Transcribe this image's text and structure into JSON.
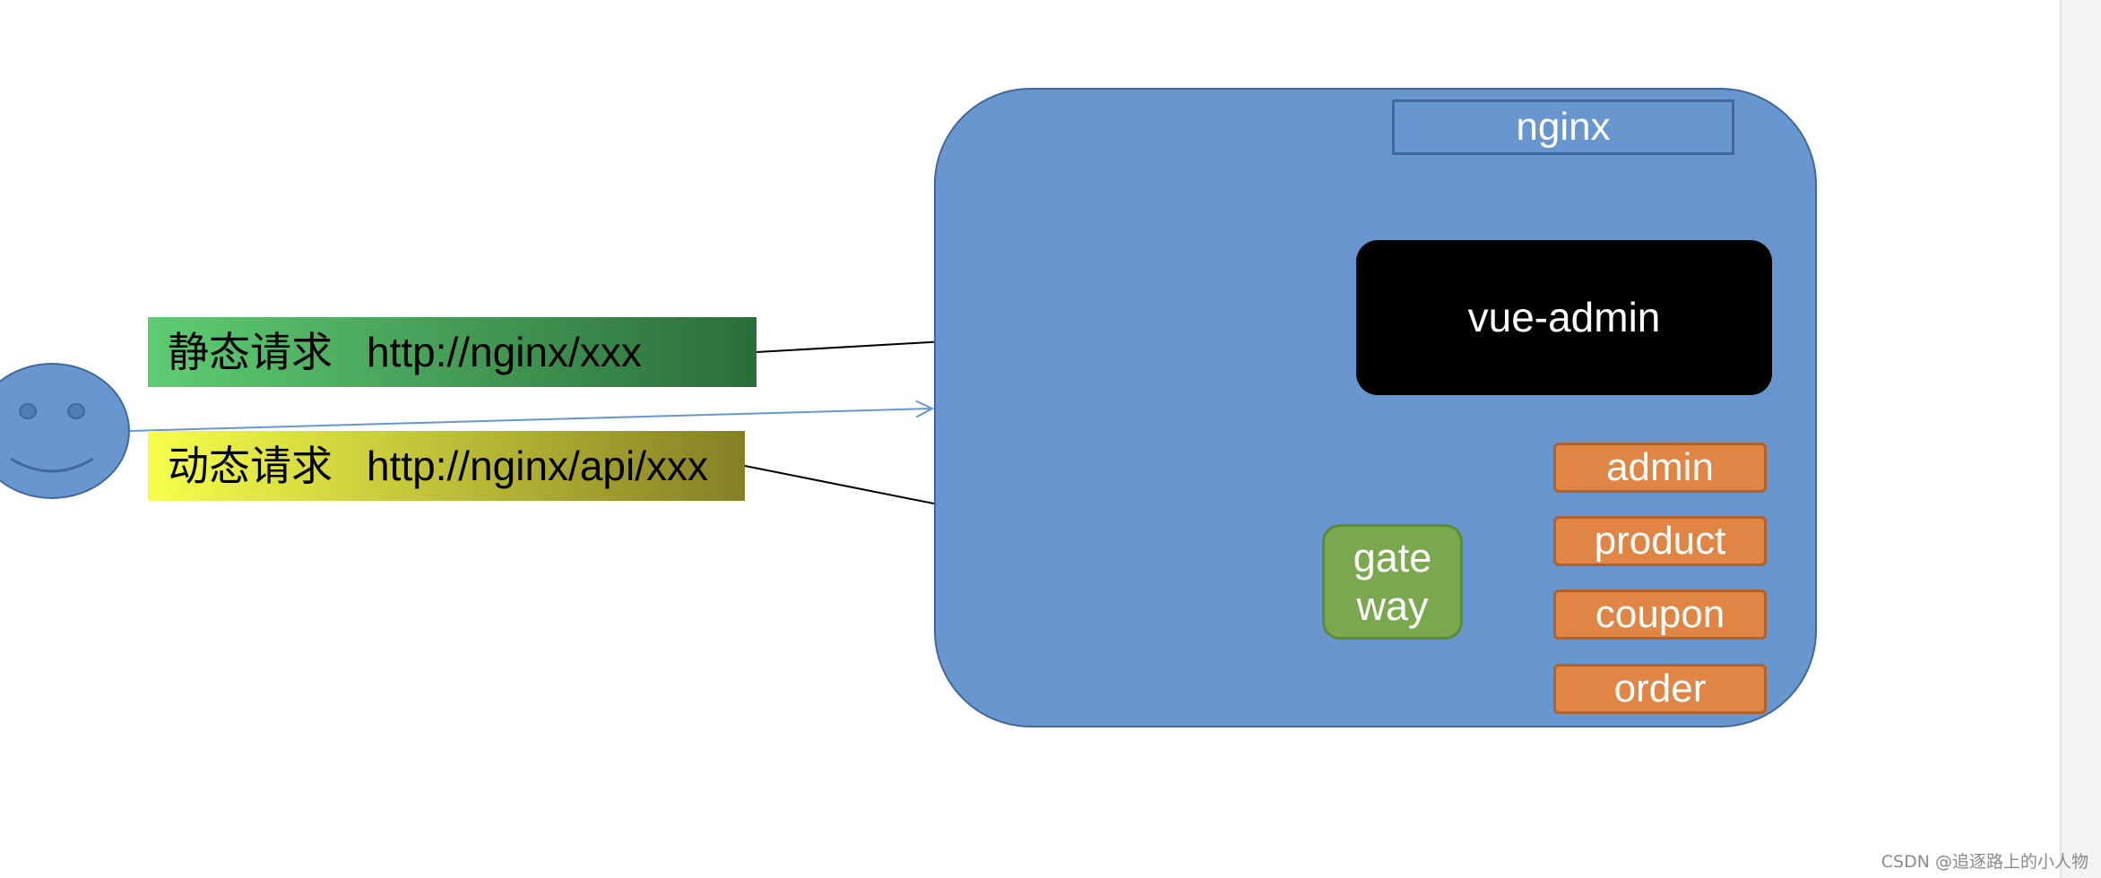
{
  "nginx": {
    "label": "nginx"
  },
  "vue_admin": {
    "label": "vue-admin"
  },
  "gateway": {
    "line1": "gate",
    "line2": "way"
  },
  "services": [
    "admin",
    "product",
    "coupon",
    "order"
  ],
  "requests": {
    "static": {
      "type_label": "静态请求",
      "url": "http://nginx/xxx"
    },
    "dynamic": {
      "type_label": "动态请求",
      "url": "http://nginx/api/xxx"
    }
  },
  "watermark": "CSDN @追逐路上的小人物",
  "colors": {
    "nginx_fill": "#6896cf",
    "nginx_border": "#41689a",
    "vue_fill": "#000000",
    "gateway_fill": "#79a84f",
    "service_fill": "#e08544",
    "static_gradient": [
      "#5ecc72",
      "#2a6e3a"
    ],
    "dynamic_gradient": [
      "#f7ff4a",
      "#857f24"
    ],
    "user_face": "#6896cf"
  },
  "icons": {
    "user": "smiley-face-icon"
  }
}
